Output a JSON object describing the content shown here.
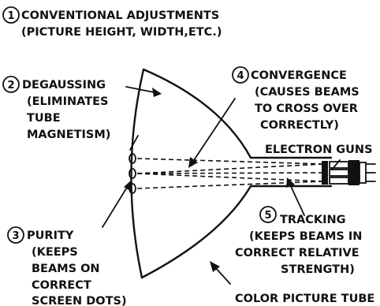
{
  "caption": "COLOR PICTURE TUBE",
  "callouts": [
    {
      "number": "1",
      "lines": [
        "CONVENTIONAL ADJUSTMENTS",
        "(PICTURE HEIGHT, WIDTH,ETC.)"
      ]
    },
    {
      "number": "2",
      "lines": [
        "DEGAUSSING",
        "(ELIMINATES",
        "TUBE",
        "MAGNETISM)"
      ]
    },
    {
      "number": "3",
      "lines": [
        "PURITY",
        "(KEEPS",
        "BEAMS ON",
        "CORRECT",
        "SCREEN DOTS)"
      ]
    },
    {
      "number": "4",
      "lines": [
        "CONVERGENCE",
        "(CAUSES BEAMS",
        "TO CROSS OVER",
        "CORRECTLY)"
      ]
    },
    {
      "number": "5",
      "lines": [
        "TRACKING",
        "(KEEPS BEAMS IN",
        "CORRECT RELATIVE",
        "STRENGTH)"
      ]
    }
  ],
  "electron_guns_label": "ELECTRON GUNS"
}
